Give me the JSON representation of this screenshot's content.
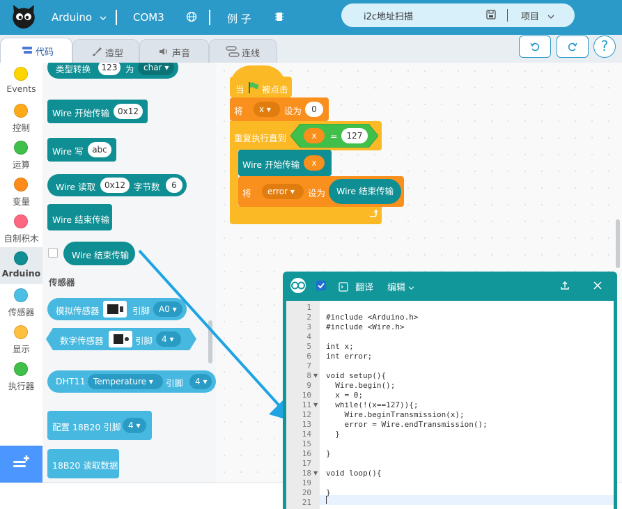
{
  "topbar": {
    "board": "Arduino",
    "port": "COM3",
    "examples": "例 子",
    "project_name": "i2c地址扫描",
    "project_menu": "项目"
  },
  "tabs": [
    {
      "label": "代码",
      "icon": "code-icon",
      "active": true
    },
    {
      "label": "造型",
      "icon": "brush-icon"
    },
    {
      "label": "声音",
      "icon": "speaker-icon"
    },
    {
      "label": "连线",
      "icon": "wiring-icon"
    }
  ],
  "toolbar": {
    "help": "?"
  },
  "categories": [
    {
      "label": "Events",
      "color": "#ffd500"
    },
    {
      "label": "控制",
      "color": "#ffab19"
    },
    {
      "label": "运算",
      "color": "#40bf4a"
    },
    {
      "label": "变量",
      "color": "#ff8c1a"
    },
    {
      "label": "自制积木",
      "color": "#ff6680"
    },
    {
      "label": "Arduino",
      "color": "#0f8e93",
      "active": true
    },
    {
      "label": "传感器",
      "color": "#4cbfe6"
    },
    {
      "label": "显示",
      "color": "#ffbf3f"
    },
    {
      "label": "执行器",
      "color": "#40bf4a"
    }
  ],
  "flyout": {
    "convert": {
      "label": "类型转换",
      "value": "123",
      "mid": "为",
      "type": "char"
    },
    "begin": {
      "label": "Wire 开始传输",
      "value": "0x12"
    },
    "write": {
      "label": "Wire 写",
      "value": "abc"
    },
    "read": {
      "label": "Wire 读取",
      "value": "0x12",
      "mid": "字节数",
      "count": "6"
    },
    "end": {
      "label": "Wire 结束传输"
    },
    "end_reporter": {
      "label": "Wire 结束传输"
    },
    "sensor_heading": "传感器",
    "analog": {
      "label": "模拟传感器",
      "pin_label": "引脚",
      "pin": "A0"
    },
    "digital": {
      "label": "数字传感器",
      "pin_label": "引脚",
      "pin": "4"
    },
    "dht": {
      "label": "DHT11",
      "mode": "Temperature",
      "pin_label": "引脚",
      "pin": "4"
    },
    "ds_config": {
      "label": "配置 18B20 引脚",
      "pin": "4"
    },
    "ds_read": {
      "label": "18B20 读取数据"
    }
  },
  "script": {
    "hat": {
      "label": "当",
      "suffix": "被点击"
    },
    "set_x": {
      "label": "将",
      "var": "x",
      "mid": "设为",
      "value": "0"
    },
    "repeat": {
      "label": "重复执行直到",
      "var": "x",
      "op": "=",
      "value": "127"
    },
    "begin": {
      "label": "Wire 开始传输",
      "var": "x"
    },
    "set_error": {
      "label": "将",
      "var": "error",
      "mid": "设为",
      "reporter": "Wire 结束传输"
    }
  },
  "code_panel": {
    "translate": "翻译",
    "edit": "编辑",
    "line_numbers": [
      "1",
      "2",
      "3",
      "4",
      "5",
      "6",
      "7",
      "8",
      "9",
      "10",
      "11",
      "12",
      "13",
      "14",
      "15",
      "16",
      "17",
      "18",
      "19",
      "20",
      "21"
    ],
    "lines": [
      "",
      "#include <Arduino.h>",
      "#include <Wire.h>",
      "",
      "int x;",
      "int error;",
      "",
      "void setup(){",
      "  Wire.begin();",
      "  x = 0;",
      "  while(!(x==127)){;",
      "    Wire.beginTransmission(x);",
      "    error = Wire.endTransmission();",
      "  }",
      "",
      "}",
      "",
      "void loop(){",
      "",
      "}",
      ""
    ]
  }
}
